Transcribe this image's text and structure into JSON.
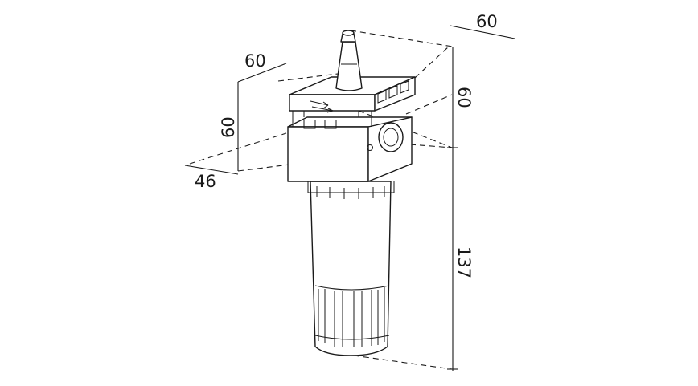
{
  "drawing": {
    "dimensions": {
      "top_depth": "60",
      "top_width": "60",
      "body_height": "60",
      "body_depth": "46",
      "total_height": "137",
      "right_height": "60"
    }
  }
}
